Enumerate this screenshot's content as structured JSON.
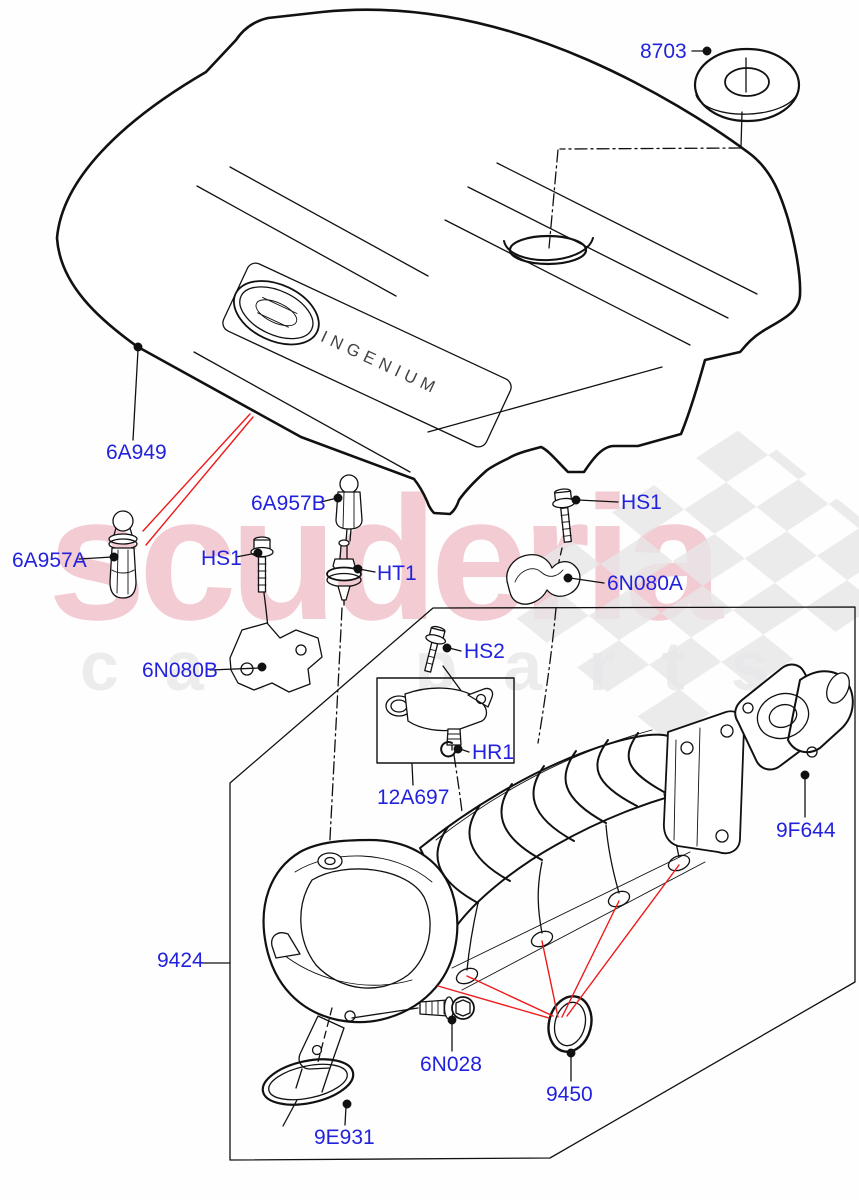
{
  "watermark": {
    "brand": "scuderia",
    "subtitle": "car parts"
  },
  "cover": {
    "badge_text": "INGENIUM"
  },
  "labels": {
    "grommet": "8703",
    "engine_cover": "6A949",
    "tube_left": "6A957A",
    "tube_center": "6A957B",
    "bolt_hs1_left": "HS1",
    "bolt_hs1_right": "HS1",
    "spark_plug": "HT1",
    "bracket_a": "6N080A",
    "bracket_b": "6N080B",
    "bolt_hs2": "HS2",
    "oring_hr1": "HR1",
    "map_sensor": "12A697",
    "throttle_body": "9F644",
    "intake_manifold": "9424",
    "bolt_6n028": "6N028",
    "gasket_9450": "9450",
    "gasket_9e931": "9E931"
  },
  "colors": {
    "label_blue": "#2222dd",
    "line_black": "#111111",
    "leader_red": "#ee1a1a",
    "watermark_pink": "#f3cbd2",
    "watermark_gray": "#edecec"
  }
}
